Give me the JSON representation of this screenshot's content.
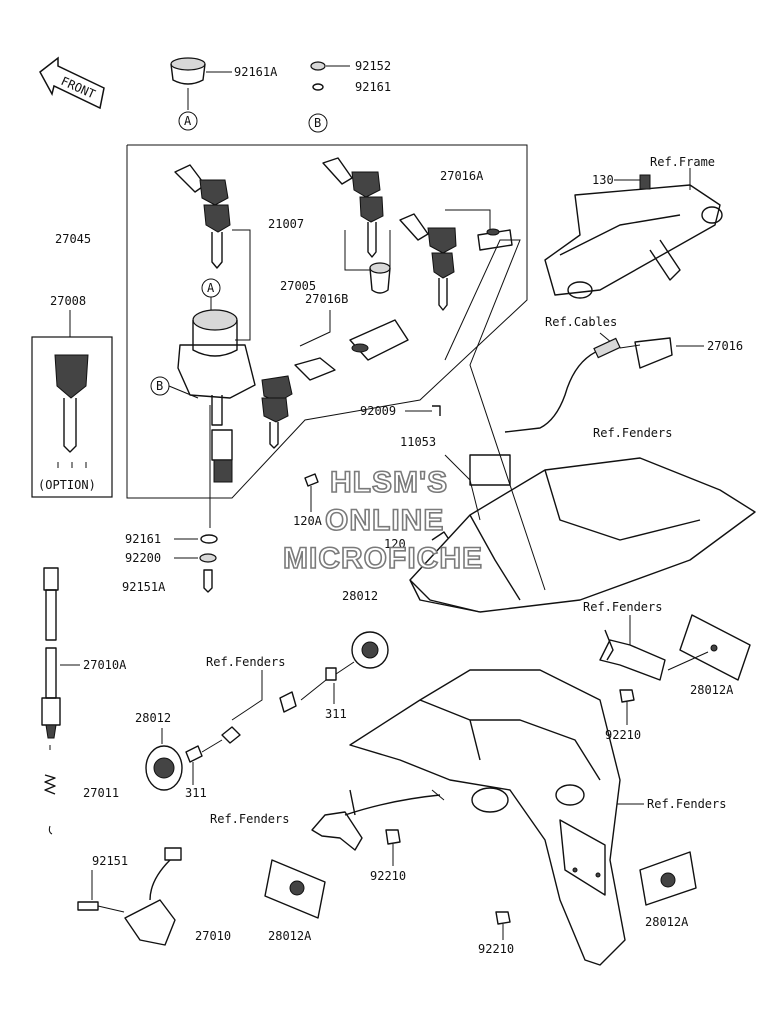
{
  "front_arrow": {
    "text": "FRONT"
  },
  "callouts": {
    "a": "A",
    "b": "B"
  },
  "labels": {
    "p92161A": "92161A",
    "p92152": "92152",
    "p92161_top": "92161",
    "p27045": "27045",
    "p27008": "27008",
    "option": "(OPTION)",
    "p21007": "21007",
    "p27005": "27005",
    "p27016B": "27016B",
    "p27016A": "27016A",
    "p130": "130",
    "ref_frame": "Ref.Frame",
    "ref_cables": "Ref.Cables",
    "p27016": "27016",
    "p92009": "92009",
    "ref_fenders_1": "Ref.Fenders",
    "p11053": "11053",
    "p120A": "120A",
    "p120": "120",
    "p92161_mid": "92161",
    "p92200": "92200",
    "p92151A": "92151A",
    "p28012_center": "28012",
    "p27010A": "27010A",
    "ref_fenders_2": "Ref.Fenders",
    "ref_fenders_3": "Ref.Fenders",
    "p28012A_right": "28012A",
    "p28012_left": "28012",
    "p311_right": "311",
    "p311_left": "311",
    "p92210_upper": "92210",
    "p27011": "27011",
    "ref_fenders_4": "Ref.Fenders",
    "ref_fenders_5": "Ref.Fenders",
    "p92151": "92151",
    "p92210_lower": "92210",
    "p28012A_lower_right": "28012A",
    "p27010": "27010",
    "p28012A_lower_left": "28012A",
    "p92210_bottom": "92210"
  },
  "watermark": {
    "line1": "HLSM'S",
    "line2": "ONLINE",
    "line3": "MICROFICHE"
  }
}
